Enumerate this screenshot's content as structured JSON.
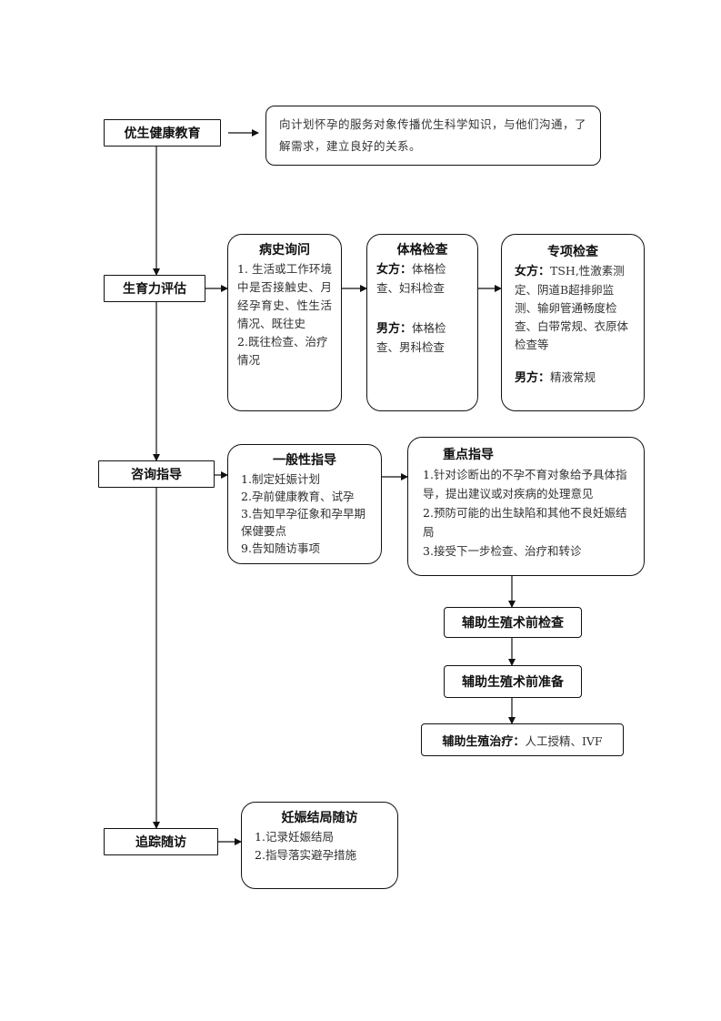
{
  "stages": {
    "education": "优生健康教育",
    "assessment": "生育力评估",
    "counseling": "咨询指导",
    "followup": "追踪随访"
  },
  "education_note": "向计划怀孕的服务对象传播优生科学知识，与他们沟通，了解需求，建立良好的关系。",
  "history": {
    "title": "病史询问",
    "items": [
      {
        "num": "1.",
        "text": "生活或工作环境中是否接触史、月经孕育史、性生活情况、既往史"
      },
      {
        "num": "2.",
        "text": "既往检查、治疗情况"
      }
    ]
  },
  "physical": {
    "title": "体格检查",
    "female_label": "女方：",
    "female_text": "体格检查、妇科检查",
    "male_label": "男方：",
    "male_text": "体格检查、男科检查"
  },
  "special": {
    "title": "专项检查",
    "female_label": "女方：",
    "female_text": "TSH,性激素测定、阴道B超排卵监测、输卵管通畅度检查、白带常规、衣原体检查等",
    "male_label": "男方：",
    "male_text": "精液常规"
  },
  "general": {
    "title": "一般性指导",
    "items": [
      {
        "num": "1.",
        "text": "制定妊娠计划"
      },
      {
        "num": "2.",
        "text": "孕前健康教育、试孕"
      },
      {
        "num": "3.",
        "text": "告知早孕征象和孕早期保健要点"
      },
      {
        "num": "9.",
        "text": "告知随访事项"
      }
    ]
  },
  "key": {
    "title": "重点指导",
    "items": [
      {
        "num": "1.",
        "text": "针对诊断出的不孕不育对象给予具体指导，提出建议或对疾病的处理意见"
      },
      {
        "num": "2.",
        "text": "预防可能的出生缺陷和其他不良妊娠结局"
      },
      {
        "num": "3.",
        "text": "接受下一步检查、治疗和转诊"
      }
    ]
  },
  "art": {
    "pre_exam": "辅助生殖术前检查",
    "pre_prep": "辅助生殖术前准备",
    "treatment_label": "辅助生殖治疗：",
    "treatment_text": "人工授精、IVF"
  },
  "outcome": {
    "title": "妊娠结局随访",
    "items": [
      {
        "num": "1.",
        "text": "记录妊娠结局"
      },
      {
        "num": "2.",
        "text": "指导落实避孕措施"
      }
    ]
  }
}
